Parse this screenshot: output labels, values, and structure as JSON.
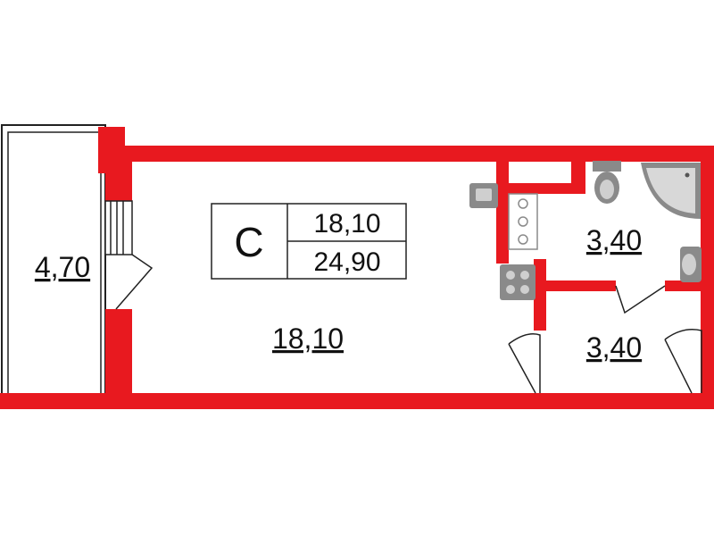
{
  "plan": {
    "type_letter": "C",
    "living_area": "18,10",
    "total_area": "24,90",
    "rooms": {
      "balcony": "4,70",
      "main_room": "18,10",
      "bathroom": "3,40",
      "hallway": "3,40"
    }
  },
  "colors": {
    "wall": "#e8191f",
    "fixture": "#8a8a8a",
    "background": "#ffffff"
  }
}
